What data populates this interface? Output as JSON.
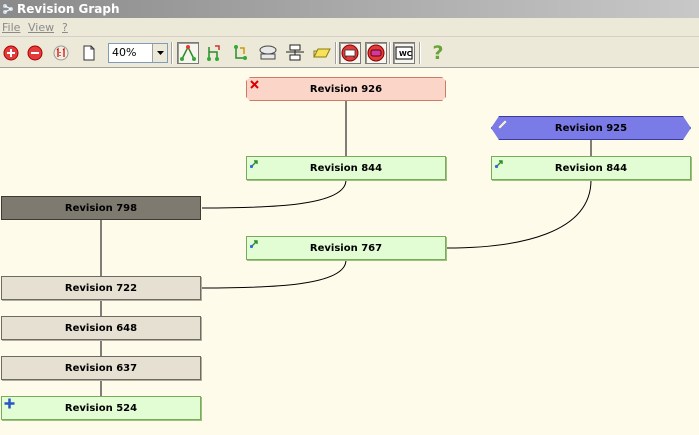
{
  "window": {
    "title": "Revision Graph"
  },
  "menu": [
    {
      "label": "File"
    },
    {
      "label": "View"
    },
    {
      "label": "?"
    }
  ],
  "toolbar": {
    "zoom_value": "40%",
    "buttons": [
      "zoom-in-icon",
      "zoom-out-icon",
      "actual-size-icon",
      "page-icon",
      "branch-graph-icon",
      "show-changes-icon",
      "show-tags-icon",
      "group-icon",
      "layout-icon",
      "folder-icon",
      "filter-red-icon",
      "stop-red-icon",
      "wc-icon",
      "help-icon"
    ],
    "wc_label": "WC",
    "help_label": "?"
  },
  "nodes": [
    {
      "label": "Revision 926",
      "style": "deleted",
      "marker": "deleted-x-icon"
    },
    {
      "label": "Revision 925",
      "style": "tag",
      "marker": "rename-pencil-icon"
    },
    {
      "label": "Revision 844",
      "style": "copy",
      "marker": "copy-arrow-icon"
    },
    {
      "label": "Revision 844",
      "style": "copy",
      "marker": "copy-arrow-icon"
    },
    {
      "label": "Revision 798",
      "style": "dark",
      "marker": ""
    },
    {
      "label": "Revision 767",
      "style": "copy",
      "marker": "copy-arrow-icon"
    },
    {
      "label": "Revision 722",
      "style": "modified",
      "marker": ""
    },
    {
      "label": "Revision 648",
      "style": "modified",
      "marker": ""
    },
    {
      "label": "Revision 637",
      "style": "modified",
      "marker": ""
    },
    {
      "label": "Revision 524",
      "style": "added",
      "marker": "added-plus-icon"
    }
  ],
  "colors": {
    "background": "#fffbeb",
    "copy_node": "#e2fcd4",
    "modified_node": "#e6e0d2",
    "deleted_node": "#fbd5c8",
    "tag_node": "#7b7be8",
    "dark_node": "#7e7a70"
  }
}
